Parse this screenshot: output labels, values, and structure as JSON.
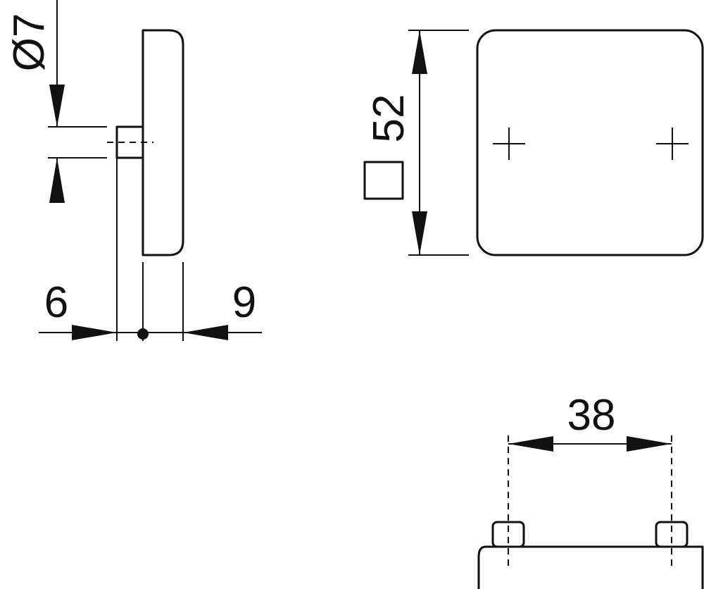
{
  "dimensions": {
    "shaft_diameter": "Ø7",
    "left_depth": "6",
    "right_depth": "9",
    "square_size": "52",
    "hole_spacing": "38"
  },
  "colors": {
    "line": "#111111",
    "background": "#ffffff"
  }
}
